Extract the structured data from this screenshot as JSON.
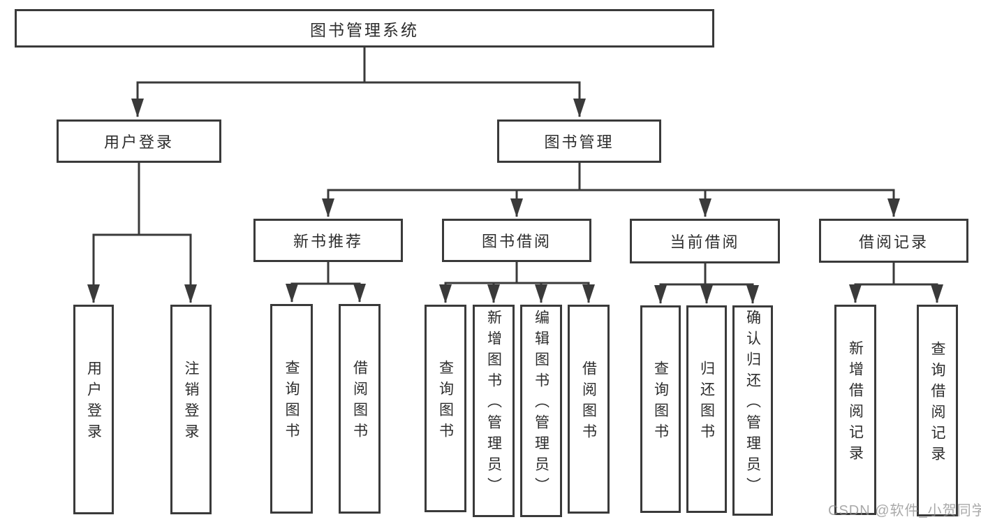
{
  "colors": {
    "line": "#3a3a3a",
    "box_border": "#3a3a3a",
    "text": "#2d2d2d",
    "background": "#ffffff",
    "watermark": "#8c8c8c"
  },
  "watermark": {
    "text": "CSDN @软件_小贺同学"
  },
  "tree": {
    "root": {
      "label": "图书管理系统"
    },
    "level2": [
      {
        "label": "用户登录"
      },
      {
        "label": "图书管理"
      }
    ],
    "level3": [
      {
        "label": "新书推荐",
        "parent": "图书管理"
      },
      {
        "label": "图书借阅",
        "parent": "图书管理"
      },
      {
        "label": "当前借阅",
        "parent": "图书管理"
      },
      {
        "label": "借阅记录",
        "parent": "图书管理"
      }
    ],
    "leaves": [
      {
        "label": "用户登录",
        "parent": "用户登录"
      },
      {
        "label": "注销登录",
        "parent": "用户登录"
      },
      {
        "label": "查询图书",
        "parent": "新书推荐"
      },
      {
        "label": "借阅图书",
        "parent": "新书推荐"
      },
      {
        "label": "查询图书",
        "parent": "图书借阅"
      },
      {
        "label": "新增图书（管理员）",
        "parent": "图书借阅"
      },
      {
        "label": "编辑图书（管理员）",
        "parent": "图书借阅"
      },
      {
        "label": "借阅图书",
        "parent": "图书借阅"
      },
      {
        "label": "查询图书",
        "parent": "当前借阅"
      },
      {
        "label": "归还图书",
        "parent": "当前借阅"
      },
      {
        "label": "确认归还（管理员）",
        "parent": "当前借阅"
      },
      {
        "label": "新增借阅记录",
        "parent": "借阅记录"
      },
      {
        "label": "查询借阅记录",
        "parent": "借阅记录"
      }
    ]
  }
}
